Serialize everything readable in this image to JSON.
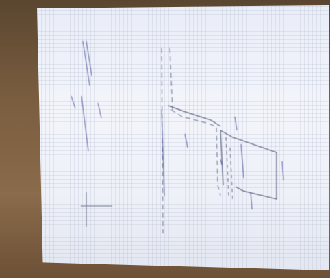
{
  "scene": {
    "description_text_blocks": [
      {
        "id": "top-note",
        "text": "",
        "color": "#4b52a0"
      },
      {
        "id": "mid-note",
        "text": "",
        "color": "#4b52a0"
      },
      {
        "id": "cross-label",
        "text": "",
        "color": "#4b52a0"
      }
    ],
    "colors": {
      "background": "#6b5238",
      "paper": "#eef1f8",
      "ink": "#4b52a0",
      "pencil": "#6e7390"
    }
  }
}
